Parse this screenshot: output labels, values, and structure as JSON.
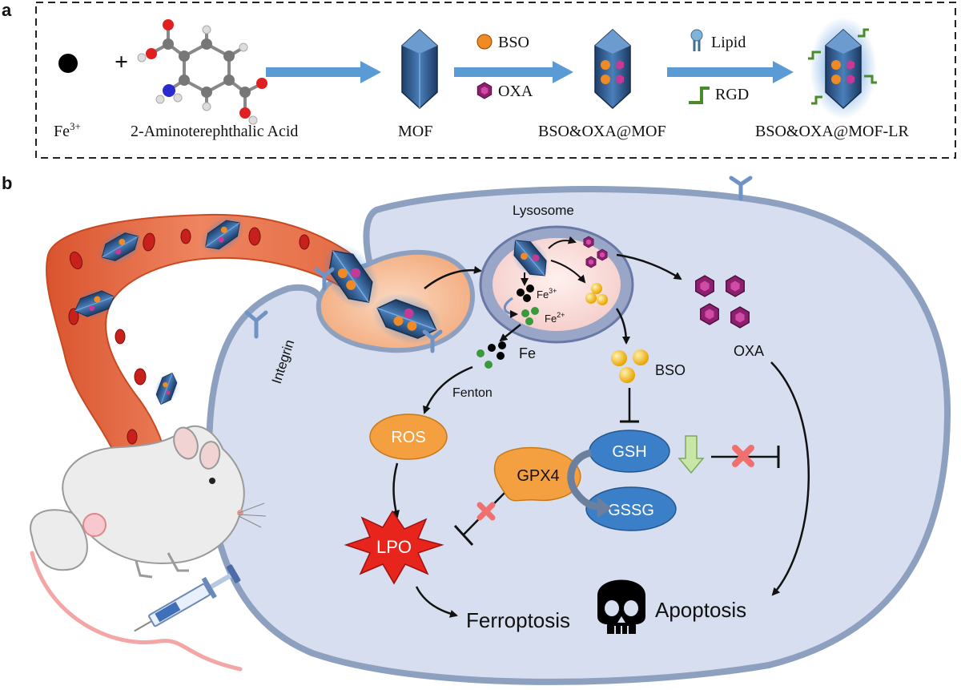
{
  "panel_a": {
    "label": "a",
    "plus": "+",
    "labels": {
      "iron": "Fe",
      "iron_charge": "3+",
      "linker": "2-Aminoterephthalic Acid",
      "mof": "MOF",
      "loaded": "BSO&OXA@MOF",
      "final": "BSO&OXA@MOF-LR"
    },
    "reagents": {
      "bso": "BSO",
      "oxa": "OXA",
      "lipid": "Lipid",
      "rgd": "RGD"
    }
  },
  "panel_b": {
    "label": "b",
    "lysosome": "Lysosome",
    "integrin": "Integrin",
    "fe3": "Fe",
    "fe3_charge": "3+",
    "fe2": "Fe",
    "fe2_charge": "2+",
    "fe": "Fe",
    "fenton": "Fenton",
    "bso": "BSO",
    "oxa": "OXA",
    "ros": "ROS",
    "lpo": "LPO",
    "gpx4": "GPX4",
    "gsh": "GSH",
    "gssg": "GSSG",
    "ferroptosis": "Ferroptosis",
    "apoptosis": "Apoptosis"
  },
  "colors": {
    "arrow_blue": "#5b9bd5",
    "crystal": "#2e5a8c",
    "bso_orange": "#f08a24",
    "oxa_purple": "#9c2a7a",
    "bso_yellow": "#f5b820",
    "vessel": "#e8704a",
    "cell": "#d5dff0",
    "ros_orange": "#f4a040",
    "lpo_red": "#e8251d",
    "gsh_blue": "#3b7fc8",
    "inhibit_red": "#f07070",
    "down_green": "#c8e6a8"
  }
}
